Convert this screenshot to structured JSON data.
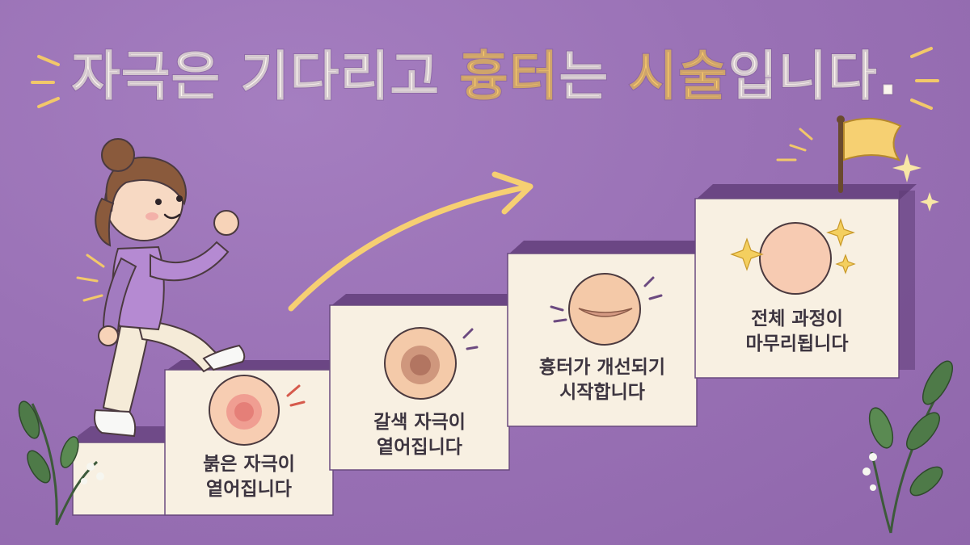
{
  "title": {
    "part1": "자극은 기다리고 ",
    "highlight1": "흉터",
    "part2": "는 ",
    "highlight2": "시술",
    "part3": "입니다."
  },
  "steps": [
    {
      "line1": "붉은 자극이",
      "line2": "옅어집니다"
    },
    {
      "line1": "갈색 자극이",
      "line2": "옅어집니다"
    },
    {
      "line1": "흉터가 개선되기",
      "line2": "시작합니다"
    },
    {
      "line1": "전체 과정이",
      "line2": "마무리됩니다"
    }
  ],
  "colors": {
    "background": "#9c74b8",
    "step_face": "#f8f0e2",
    "step_top": "#6b4684",
    "accent_yellow": "#f6c76a",
    "title_white": "#fbf6ee"
  }
}
